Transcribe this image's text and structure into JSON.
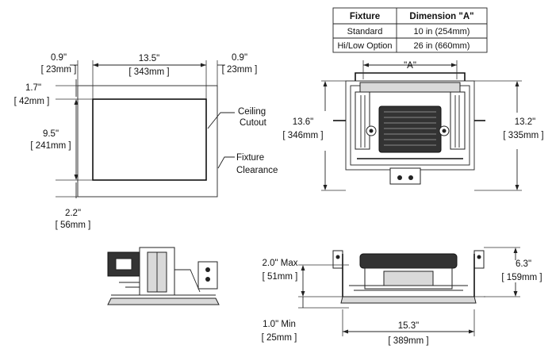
{
  "table": {
    "headers": [
      "Fixture",
      "Dimension \"A\""
    ],
    "rows": [
      [
        "Standard",
        "10 in (254mm)"
      ],
      [
        "Hi/Low Option",
        "26 in (660mm)"
      ]
    ]
  },
  "cutout_view": {
    "left_margin_in": "0.9\"",
    "left_margin_mm": "[ 23mm ]",
    "width_in": "13.5\"",
    "width_mm": "[ 343mm ]",
    "right_margin_in": "0.9\"",
    "right_margin_mm": "[ 23mm ]",
    "top_margin_in": "1.7\"",
    "top_margin_mm": "[ 42mm ]",
    "height_in": "9.5\"",
    "height_mm": "[ 241mm ]",
    "bottom_margin_in": "2.2\"",
    "bottom_margin_mm": "[ 56mm ]",
    "ceiling_cutout_line1": "Ceiling",
    "ceiling_cutout_line2": "Cutout",
    "fixture_clearance_line1": "Fixture",
    "fixture_clearance_line2": "Clearance"
  },
  "top_view": {
    "dimension_a": "\"A\"",
    "left_height_in": "13.6\"",
    "left_height_mm": "[ 346mm ]",
    "right_height_in": "13.2\"",
    "right_height_mm": "[ 335mm ]"
  },
  "front_view": {
    "max_in": "2.0\" Max",
    "max_mm": "[ 51mm ]",
    "height_in": "6.3\"",
    "height_mm": "[ 159mm ]",
    "min_in": "1.0\" Min",
    "min_mm": "[ 25mm ]",
    "width_in": "15.3\"",
    "width_mm": "[ 389mm ]"
  }
}
